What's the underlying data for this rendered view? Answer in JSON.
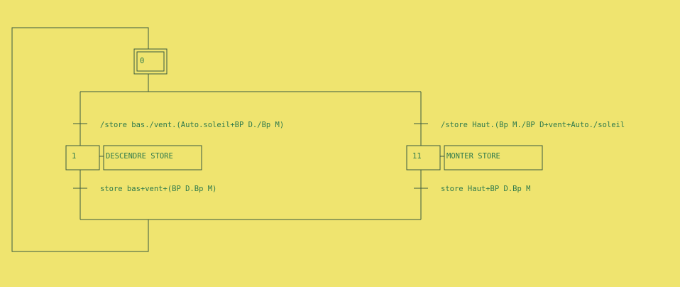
{
  "colors": {
    "background": "#EFE46F",
    "line": "#3A5A40",
    "text": "#2F7A4C"
  },
  "grafcet": {
    "initial_step": {
      "number": "0"
    },
    "branch_descendre": {
      "condition_in": "/store bas./vent.(Auto.soleil+BP D./Bp M)",
      "step": {
        "number": "1",
        "action": "DESCENDRE STORE"
      },
      "condition_out": "store bas+vent+(BP D.Bp M)"
    },
    "branch_monter": {
      "condition_in": "/store Haut.(Bp M./BP D+vent+Auto./soleil",
      "step": {
        "number": "11",
        "action": "MONTER STORE"
      },
      "condition_out": "store Haut+BP D.Bp M"
    }
  }
}
